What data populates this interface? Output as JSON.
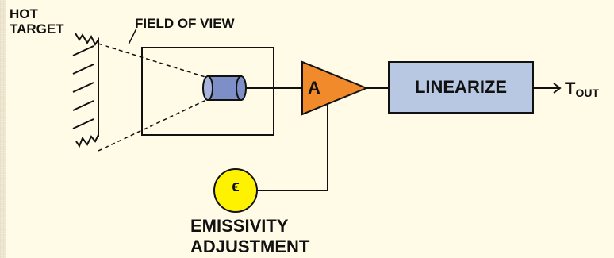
{
  "labels": {
    "hot_target_line1": "HOT",
    "hot_target_line2": "TARGET",
    "field_of_view": "FIELD OF VIEW",
    "amplifier": "A",
    "linearize": "LINEARIZE",
    "output_main": "T",
    "output_sub": "OUT",
    "emissivity_symbol": "ϵ",
    "emissivity_line1": "EMISSIVITY",
    "emissivity_line2": "ADJUSTMENT"
  },
  "colors": {
    "amplifier_fill": "#f08a2a",
    "linearize_fill": "#b8c8e2",
    "sensor_fill": "#7e8fc8",
    "emissivity_fill": "#fff200",
    "stroke": "#111111"
  }
}
